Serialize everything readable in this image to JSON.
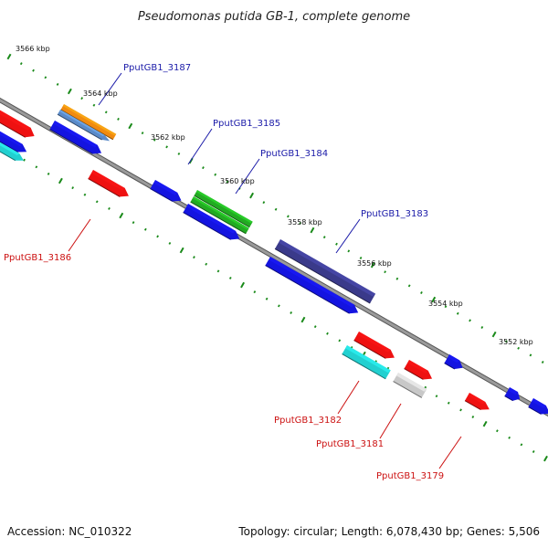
{
  "title": "Pseudomonas putida GB-1, complete genome",
  "footer": {
    "accession": "Accession: NC_010322",
    "topology": "Topology: circular; Length: 6,078,430 bp; Genes: 5,506"
  },
  "colors": {
    "backbone": "#8a8a8a",
    "tick": "#1a8a1a",
    "blue": "#1414e0",
    "red": "#ee1111",
    "cyan": "#22d0d0",
    "orange": "#f08a10",
    "steel": "#5a8ac8",
    "green": "#22aa22",
    "navy": "#3a3a8a",
    "gray": "#c8c8c8",
    "label_blue": "#1a1aa8",
    "label_red": "#cc1111"
  },
  "ticks": [
    {
      "label": "3566 kbp"
    },
    {
      "label": "3564 kbp"
    },
    {
      "label": "3562 kbp"
    },
    {
      "label": "3560 kbp"
    },
    {
      "label": "3558 kbp"
    },
    {
      "label": "3556 kbp"
    },
    {
      "label": "3554 kbp"
    },
    {
      "label": "3552 kbp"
    }
  ],
  "gene_labels": [
    {
      "text": "PputGB1_3187",
      "color": "blue"
    },
    {
      "text": "PputGB1_3185",
      "color": "blue"
    },
    {
      "text": "PputGB1_3184",
      "color": "blue"
    },
    {
      "text": "PputGB1_3183",
      "color": "blue"
    },
    {
      "text": "PputGB1_3186",
      "color": "red"
    },
    {
      "text": "PputGB1_3182",
      "color": "red"
    },
    {
      "text": "PputGB1_3181",
      "color": "red"
    },
    {
      "text": "PputGB1_3179",
      "color": "red"
    }
  ]
}
